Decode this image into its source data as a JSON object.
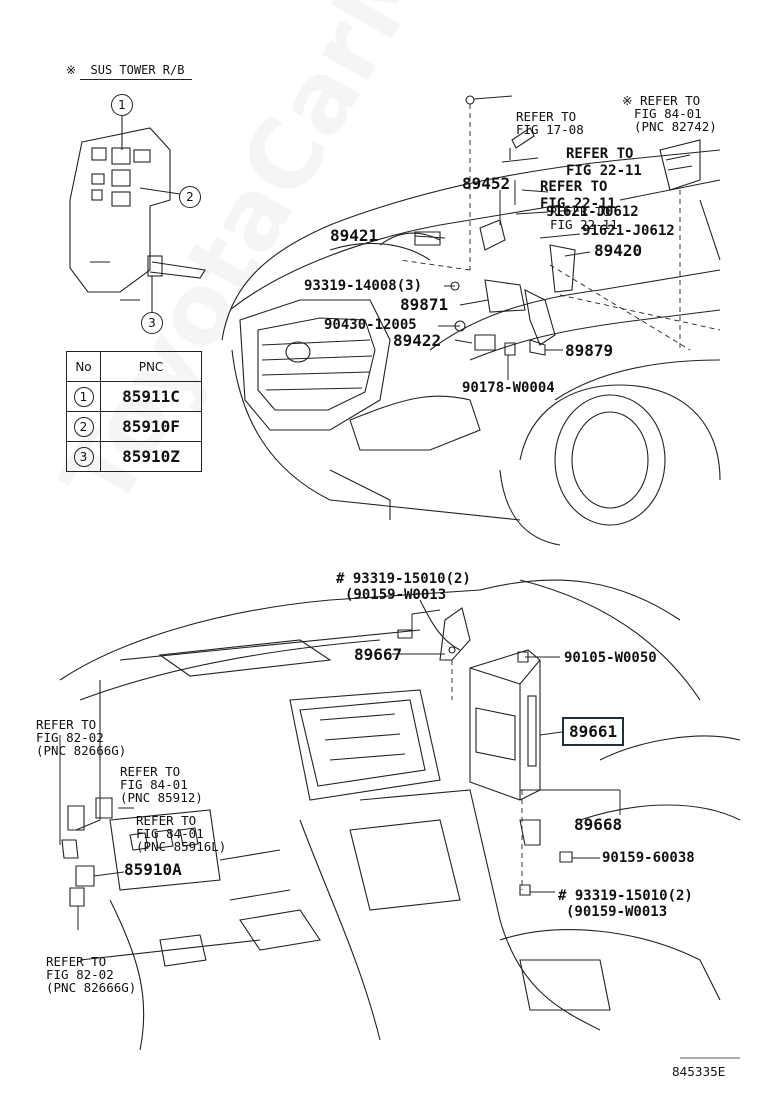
{
  "header": {
    "symbol": "※",
    "title": "SUS TOWER R/B"
  },
  "relay_block_callouts": [
    "1",
    "2",
    "3"
  ],
  "pnc_table": {
    "headers": [
      "No",
      "PNC"
    ],
    "rows": [
      {
        "no": "1",
        "pnc": "85911C"
      },
      {
        "no": "2",
        "pnc": "85910F"
      },
      {
        "no": "3",
        "pnc": "85910Z"
      }
    ]
  },
  "top_diagram": {
    "refer_17_08": [
      "REFER TO",
      "FIG 17-08"
    ],
    "refer_84_01_top": [
      "※ REFER TO",
      "FIG 84-01",
      "(PNC 82742)"
    ],
    "refer_22_11_a": [
      "REFER TO",
      "FIG 22-11"
    ],
    "refer_22_11_b": [
      "REFER TO",
      "FIG 22-11"
    ],
    "refer_22_11_c": [
      "REFER TO",
      "FIG 22-11"
    ],
    "parts": {
      "p89452": "89452",
      "p91621_a": "91621-J0612",
      "p91621_b": "91621-J0612",
      "p89421": "89421",
      "p89420": "89420",
      "p93319_14008": "93319-14008(3)",
      "p89871": "89871",
      "p90430": "90430-12005",
      "p89422": "89422",
      "p89879": "89879",
      "p90178": "90178-W0004"
    }
  },
  "bottom_diagram": {
    "p93319_15010_top": "# 93319-15010(2)",
    "p90159_w0013_top": "(90159-W0013",
    "p89667": "89667",
    "p90105": "90105-W0050",
    "refer_82_02_top": [
      "REFER TO",
      "FIG 82-02",
      "(PNC 82666G)"
    ],
    "refer_84_01_a": [
      "REFER TO",
      "FIG 84-01",
      "(PNC 85912)"
    ],
    "refer_84_01_b": [
      "REFER TO",
      "FIG 84-01",
      "(PNC 85916L)"
    ],
    "p89661": "89661",
    "p89668": "89668",
    "p85910a": "85910A",
    "p90159_60038": "90159-60038",
    "p93319_15010_bottom": "# 93319-15010(2)",
    "p90159_w0013_bottom": "(90159-W0013",
    "refer_82_02_bottom": [
      "REFER TO",
      "FIG 82-02",
      "(PNC 82666G)"
    ]
  },
  "footer": {
    "figure_id": "845335E"
  },
  "colors": {
    "ink": "#111111",
    "highlight_border": "#1f2f3a",
    "background": "#ffffff"
  }
}
